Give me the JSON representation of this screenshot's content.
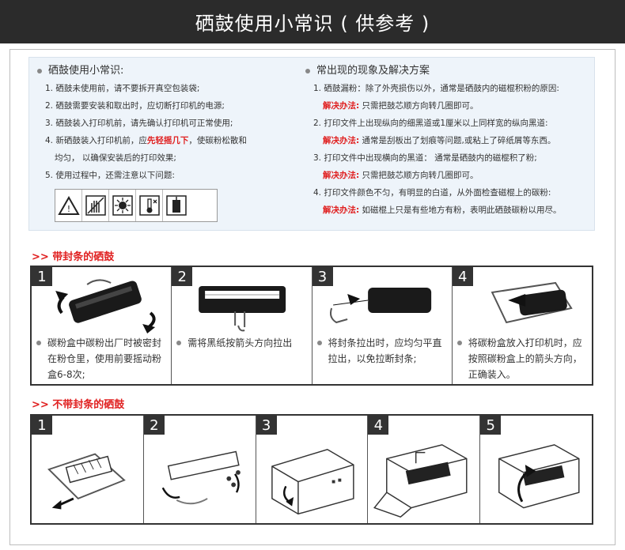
{
  "header": {
    "title": "硒鼓使用小常识 ( 供参考 )"
  },
  "tips": {
    "left": {
      "heading": "硒鼓使用小常识:",
      "item1": "1. 硒鼓未使用前，请不要拆开真空包装袋;",
      "item2": "2. 硒鼓需要安装和取出时，应切断打印机的电源;",
      "item3": "3. 硒鼓装入打印机前，请先确认打印机可正常使用;",
      "item4_pre": "4. 新硒鼓装入打印机前，应",
      "item4_red": "先轻摇几下",
      "item4_post": "，使碳粉松散和",
      "item4_cont": "均匀，  以确保安装后的打印效果;",
      "item5": "5. 使用过程中，还需注意以下问题:"
    },
    "right": {
      "heading": "常出现的现象及解决方案",
      "p1": "1. 硒鼓漏粉：除了外壳损伤以外，通常是硒鼓内的磁棍积粉的原因:",
      "s1_label": "解决办法:",
      "s1": " 只需把鼓芯顺方向转几圈即可。",
      "p2": "2. 打印文件上出现纵向的细黑道或1厘米以上同样宽的纵向黑道:",
      "s2_label": "解决办法:",
      "s2": " 通常是刮板出了划痕等问题,或粘上了碎纸屑等东西。",
      "p3": "3. 打印文件中出现横向的黑道：  通常是硒鼓内的磁棍积了粉;",
      "s3_label": "解决办法:",
      "s3": " 只需把鼓芯顺方向转几圈即可。",
      "p4": "4. 打印文件颜色不匀，有明显的白道，从外面检查磁棍上的碳粉:",
      "s4_label": "解决办法:",
      "s4": " 如磁棍上只是有些地方有粉，表明此硒鼓碳粉以用尽。"
    },
    "warning_icons": [
      "warning-triangle-icon",
      "no-touch-icon",
      "no-sunlight-icon",
      "temperature-icon",
      "no-upright-icon"
    ]
  },
  "section_sealed": {
    "title": ">> 带封条的硒鼓",
    "steps": [
      {
        "num": "1",
        "desc": "碳粉盒中碳粉出厂时被密封在粉仓里，使用前要摇动粉盒6-8次;"
      },
      {
        "num": "2",
        "desc": "需将黑纸按箭头方向拉出"
      },
      {
        "num": "3",
        "desc": "将封条拉出时，应均匀平直拉出，以免拉断封条;"
      },
      {
        "num": "4",
        "desc": "将碳粉盒放入打印机时，应按照碳粉盒上的箭头方向，  正确装入。"
      }
    ]
  },
  "section_unsealed": {
    "title": ">> 不带封条的硒鼓",
    "steps": [
      {
        "num": "1"
      },
      {
        "num": "2"
      },
      {
        "num": "3"
      },
      {
        "num": "4"
      },
      {
        "num": "5"
      }
    ]
  },
  "colors": {
    "banner": "#2b2b2b",
    "accent_red": "#e02020",
    "tips_bg": "#eef4fa"
  }
}
